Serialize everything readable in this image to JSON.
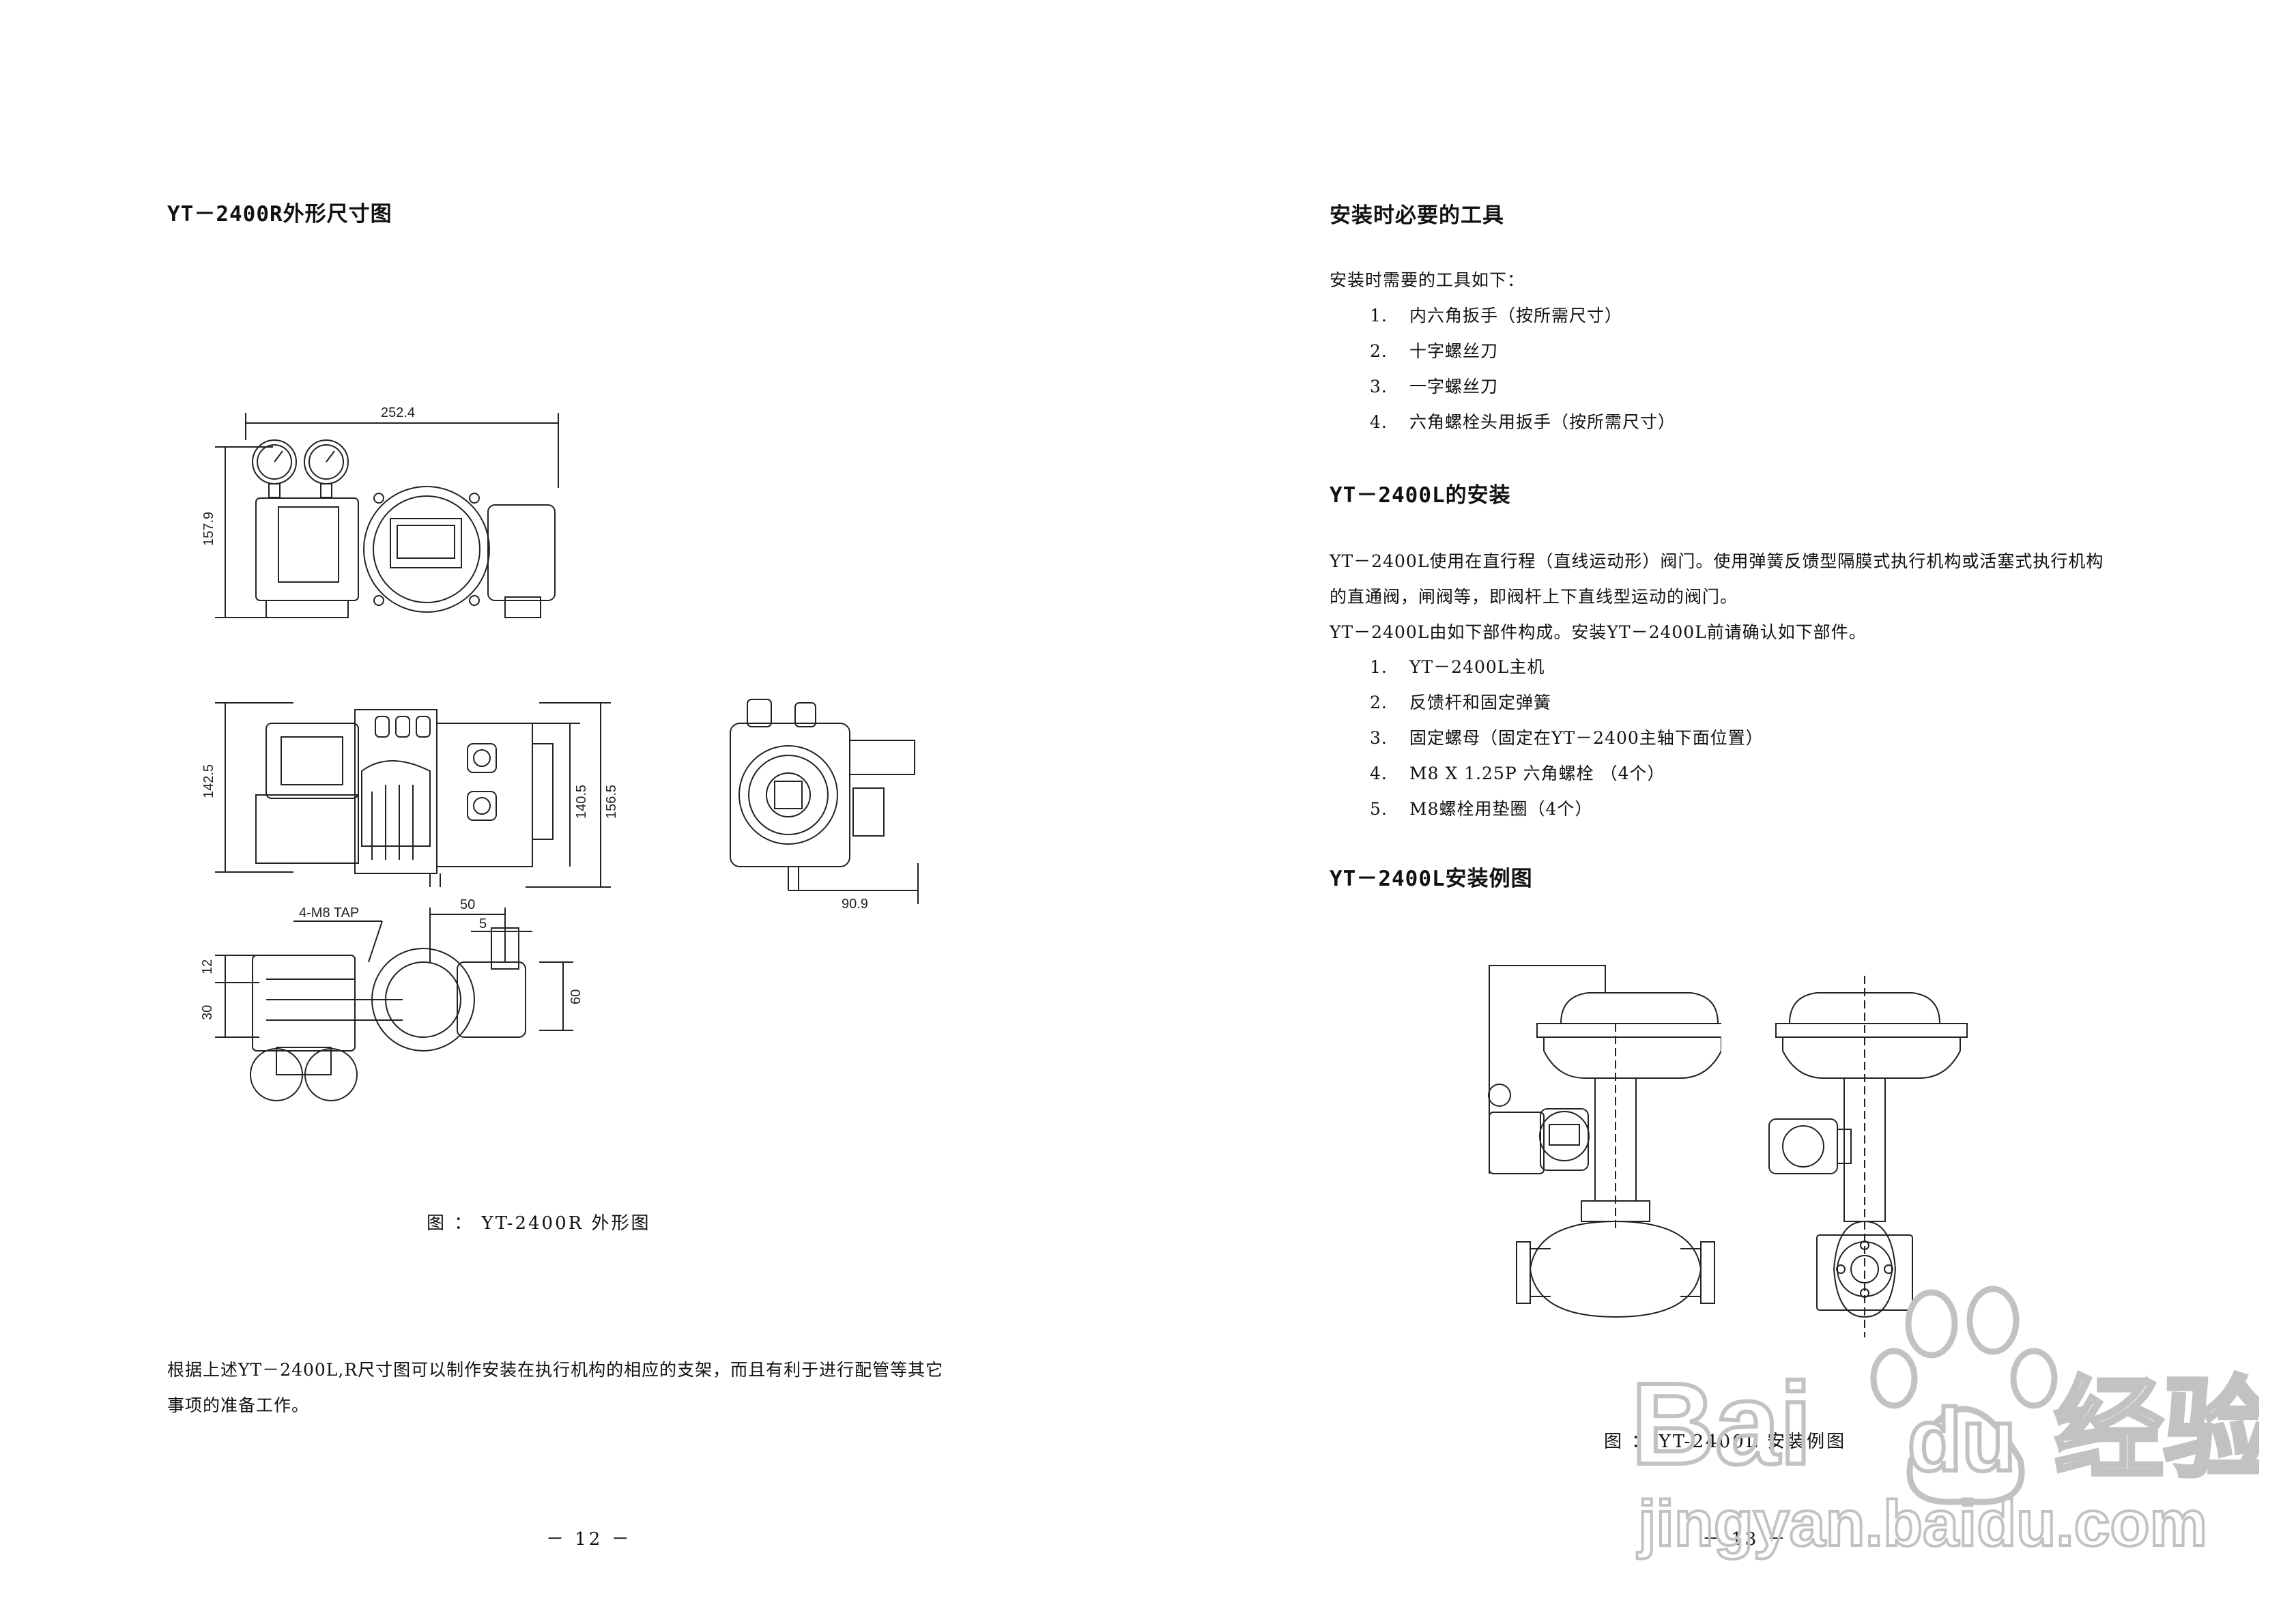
{
  "left_page": {
    "heading": "YT－2400R外形尺寸图",
    "dims": {
      "top_width": "252.4",
      "top_height": "157.9",
      "mid_left_height": "142.5",
      "mid_right_inner": "140.5",
      "mid_right_outer": "156.5",
      "side_bottom": "90.9",
      "bottom_tap": "4-M8 TAP",
      "bottom_50": "50",
      "bottom_5": "5",
      "bottom_12": "12",
      "bottom_30": "30",
      "bottom_60": "60"
    },
    "caption": "图  ： YT-2400R 外形图",
    "paragraph_line1": "根据上述YT－2400L,R尺寸图可以制作安装在执行机构的相应的支架，而且有利于进行配管等其它",
    "paragraph_line2": "事项的准备工作。",
    "page_number": "－ 12 －"
  },
  "right_page": {
    "heading_tools": "安装时必要的工具",
    "tools_intro": "安装时需要的工具如下：",
    "tools": [
      {
        "num": "1.",
        "text": "内六角扳手（按所需尺寸）"
      },
      {
        "num": "2.",
        "text": "十字螺丝刀"
      },
      {
        "num": "3.",
        "text": "一字螺丝刀"
      },
      {
        "num": "4.",
        "text": "六角螺栓头用扳手（按所需尺寸）"
      }
    ],
    "heading_install": "YT－2400L的安装",
    "install_line1": "YT－2400L使用在直行程（直线运动形）阀门。使用弹簧反馈型隔膜式执行机构或活塞式执行机构",
    "install_line2": "的直通阀，闸阀等，即阀杆上下直线型运动的阀门。",
    "install_line3": "YT－2400L由如下部件构成。安装YT－2400L前请确认如下部件。",
    "parts": [
      {
        "num": "1.",
        "text": "YT－2400L主机"
      },
      {
        "num": "2.",
        "text": "反馈杆和固定弹簧"
      },
      {
        "num": "3.",
        "text": "固定螺母（固定在YT－2400主轴下面位置）"
      },
      {
        "num": "4.",
        "text": "M8 X 1.25P 六角螺栓  （4个）"
      },
      {
        "num": "5.",
        "text": "M8螺栓用垫圈（4个）"
      }
    ],
    "heading_example": "YT－2400L安装例图",
    "caption": "图  ： YT-2400L 安装例图",
    "page_number": "－ 13 －"
  },
  "watermark": {
    "brand": "Bai",
    "brand_du": "du",
    "brand_cn": "经验",
    "url": "jingyan.baidu.com"
  },
  "colors": {
    "ink": "#111111",
    "watermark": "#bdbdbd"
  }
}
